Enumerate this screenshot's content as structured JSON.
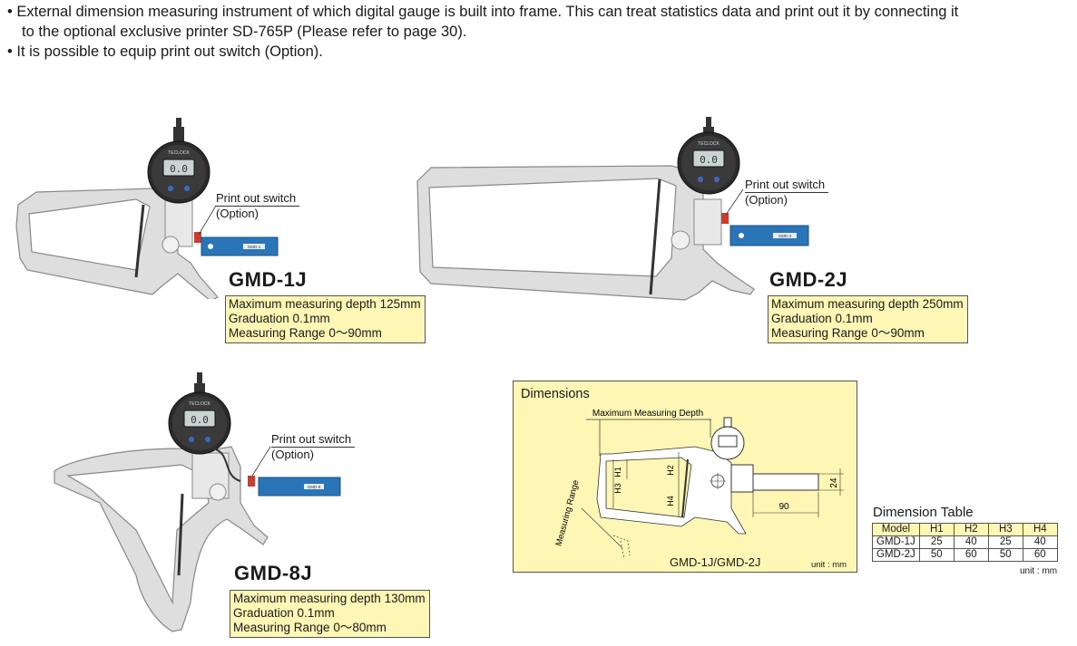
{
  "intro": {
    "line1": "• External dimension measuring instrument of which digital gauge is built into frame. This can treat statistics data and print out it by connecting it",
    "line2": "to the optional exclusive printer SD-765P (Please refer to page 30).",
    "line3": "• It is possible to equip print out switch (Option)."
  },
  "products": [
    {
      "model": "GMD-1J",
      "spec1": "Maximum measuring depth 125mm",
      "spec2": "Graduation 0.1mm",
      "spec3": "Measuring Range 0～90mm",
      "switch_label": "Print out switch",
      "switch_option": "(Option)",
      "display": "0.0",
      "brand": "TECLOCK",
      "plate": "GMD-1"
    },
    {
      "model": "GMD-2J",
      "spec1": "Maximum measuring depth 250mm",
      "spec2": "Graduation 0.1mm",
      "spec3": "Measuring Range 0～90mm",
      "switch_label": "Print out switch",
      "switch_option": "(Option)",
      "display": "0.0",
      "brand": "TECLOCK",
      "plate": "GMD-2"
    },
    {
      "model": "GMD-8J",
      "spec1": "Maximum measuring depth 130mm",
      "spec2": "Graduation 0.1mm",
      "spec3": "Measuring Range 0～80mm",
      "switch_label": "Print out switch",
      "switch_option": "(Option)",
      "display": "0.0",
      "brand": "TECLOCK",
      "plate": "GMD-8"
    }
  ],
  "dimensions": {
    "title": "Dimensions",
    "max_depth_label": "Maximum Measuring Depth",
    "range_label": "Measuring Range",
    "h1": "H1",
    "h2": "H2",
    "h3": "H3",
    "h4": "H4",
    "w90": "90",
    "w24": "24",
    "caption": "GMD-1J/GMD-2J",
    "unit": "unit : mm"
  },
  "dimension_table": {
    "title": "Dimension Table",
    "headers": [
      "Model",
      "H1",
      "H2",
      "H3",
      "H4"
    ],
    "rows": [
      [
        "GMD-1J",
        "25",
        "40",
        "25",
        "40"
      ],
      [
        "GMD-2J",
        "50",
        "60",
        "50",
        "60"
      ]
    ],
    "unit": "unit : mm"
  },
  "colors": {
    "spec_bg": "#fdf6b4",
    "plate_blue": "#2a74b8",
    "frame_grey": "#dcdcdc"
  }
}
